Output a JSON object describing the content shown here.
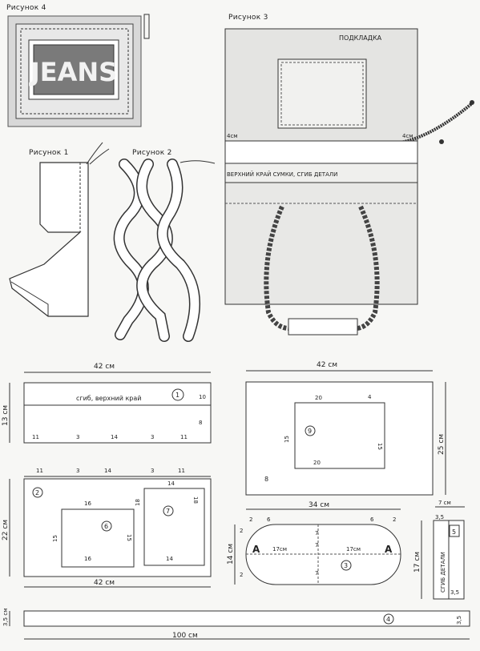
{
  "figures": {
    "fig4": {
      "label": "Рисунок 4",
      "patch_text": "JEANS"
    },
    "fig1": {
      "label": "Рисунок 1"
    },
    "fig2": {
      "label": "Рисунок 2"
    },
    "fig3": {
      "label": "Рисунок 3",
      "lining": "ПОДКЛАДКА",
      "left_4cm": "4см",
      "right_4cm": "4см",
      "fold_text": "ВЕРХНИЙ КРАЙ СУМКИ, СГИБ ДЕТАЛИ"
    }
  },
  "pattern1": {
    "width": "42 см",
    "height": "13 см",
    "fold_text": "сгиб, верхний край",
    "num": "1",
    "side": "10",
    "side2": "8",
    "marks": [
      "11",
      "3",
      "14",
      "3",
      "11"
    ]
  },
  "pattern8": {
    "width": "42 см",
    "height": "25 см",
    "num": "8",
    "inner_num": "9",
    "inner_w": "20",
    "inner_w_bottom": "20",
    "inner_h_l": "15",
    "inner_h_r": "15",
    "offset": "4"
  },
  "pattern2": {
    "width": "42 см",
    "height": "22 см",
    "num": "2",
    "marks": [
      "11",
      "3",
      "14",
      "3",
      "11"
    ],
    "p6": {
      "num": "6",
      "top": "16",
      "bottom": "16",
      "left": "15",
      "right": "15"
    },
    "p7": {
      "num": "7",
      "top": "14",
      "bottom": "14",
      "left": "18",
      "right": "18"
    }
  },
  "pattern3": {
    "width": "34 см",
    "height": "14 см",
    "num": "3",
    "a_left": "A",
    "a_right": "A",
    "l17": "17см",
    "r17": "17см",
    "t2": "2",
    "t6": "6",
    "t6b": "6",
    "t2b": "2",
    "seven1": "7",
    "seven2": "7",
    "seven3": "7",
    "two_l": "2",
    "two_l2": "2"
  },
  "pattern5": {
    "width": "7 см",
    "height": "17 см",
    "num": "5",
    "text": "СГИБ ДЕТАЛИ",
    "top": "3,5",
    "bottom": "3,5"
  },
  "pattern4": {
    "width": "100 см",
    "height": "3,5 см",
    "num": "4",
    "right": "3,5"
  }
}
